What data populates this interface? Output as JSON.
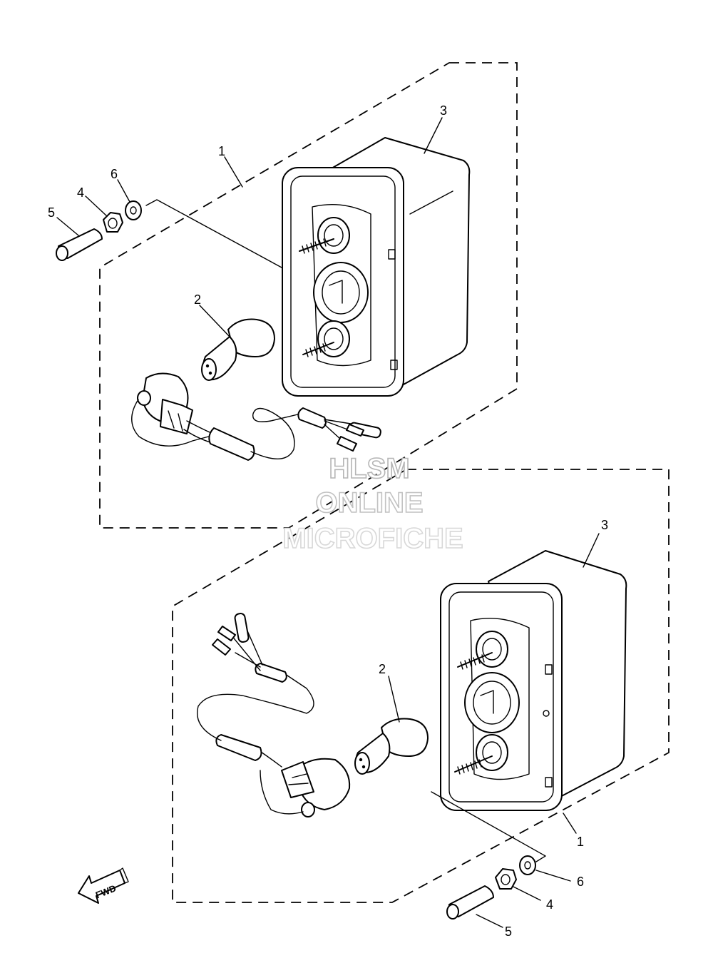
{
  "callouts": {
    "upper": {
      "c1": "1",
      "c2": "2",
      "c3": "3",
      "c4": "4",
      "c5": "5",
      "c6": "6"
    },
    "lower": {
      "c1": "1",
      "c2": "2",
      "c3": "3",
      "c4": "4",
      "c5": "5",
      "c6": "6"
    }
  },
  "watermark": {
    "line1": "HLSM",
    "line2": "ONLINE",
    "line3": "MICROFICHE"
  },
  "fwd_label": "FWD",
  "icons": {
    "direction": "fwd-arrow-icon"
  }
}
